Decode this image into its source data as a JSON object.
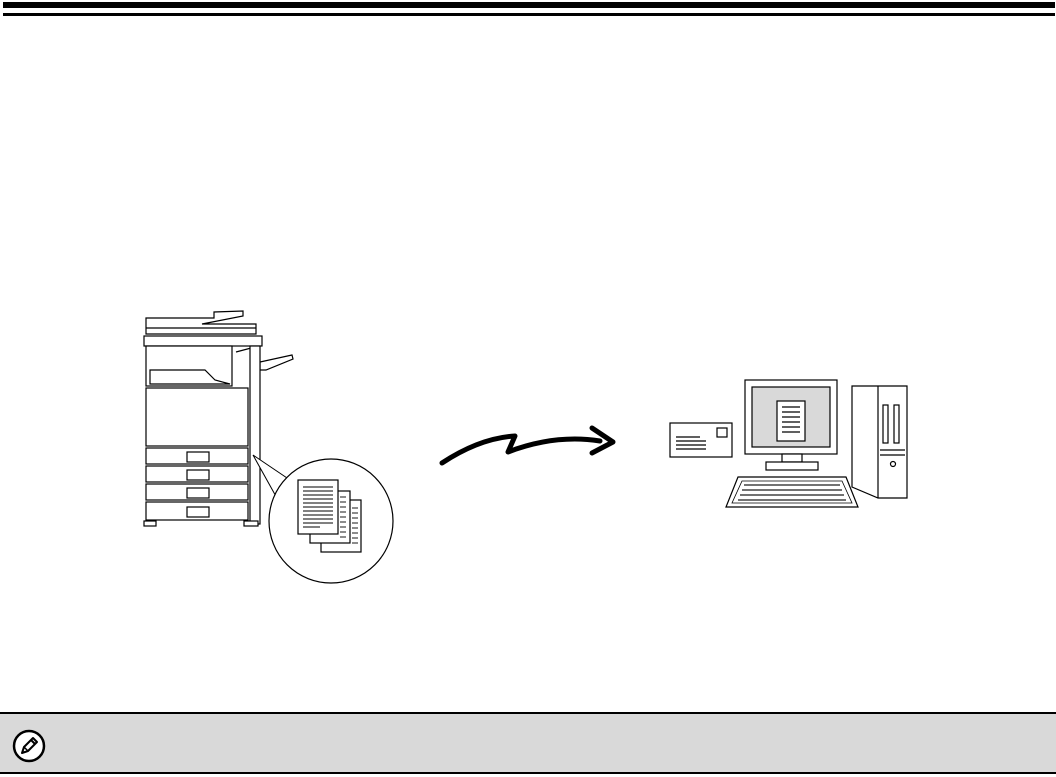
{
  "header": {
    "title": ""
  },
  "diagram": {
    "source": "multifunction-printer",
    "scanned_pages": "document-stack",
    "transfer": "wireless-arrow",
    "message": "e-mail-envelope",
    "destination": "desktop-computer"
  },
  "note": {
    "icon": "pencil-icon",
    "text": ""
  }
}
